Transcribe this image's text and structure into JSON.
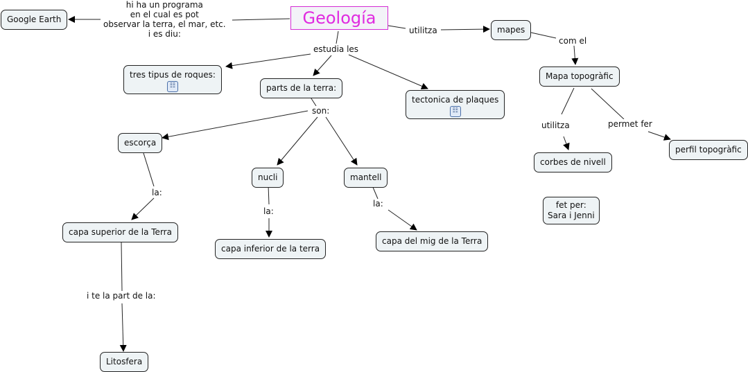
{
  "root": {
    "label": "Geología",
    "color": "#e02be0"
  },
  "nodes": {
    "google_earth": "Google Earth",
    "tres_tipus": "tres tipus de roques:",
    "parts_terra": "parts de la terra:",
    "tectonica": "tectonica de plaques",
    "mapes": "mapes",
    "mapa_topo": "Mapa topogràfic",
    "corbes": "corbes de nivell",
    "perfil": "perfil topogràfic",
    "escorca": "escorça",
    "nucli": "nucli",
    "mantell": "mantell",
    "capa_sup": "capa superior de la Terra",
    "capa_inf": "capa inferior de la terra",
    "capa_mig": "capa del mig de la Terra",
    "litosfera": "Litosfera",
    "autors_1": "fet per:",
    "autors_2": "Sara i Jenni"
  },
  "links": {
    "programa_1": "hi ha un programa",
    "programa_2": "en el cual es pot",
    "programa_3": "observar la terra, el mar, etc.",
    "programa_4": "i es diu:",
    "utilitza": "utilitza",
    "estudia": "estudia les",
    "com_el": "com el",
    "utilitza2": "utilitza",
    "permet": "permet fer",
    "son": "son:",
    "la1": "la:",
    "la2": "la:",
    "la3": "la:",
    "part": "i te la part de la:"
  },
  "icons": {
    "submap": "concept-map-icon"
  }
}
